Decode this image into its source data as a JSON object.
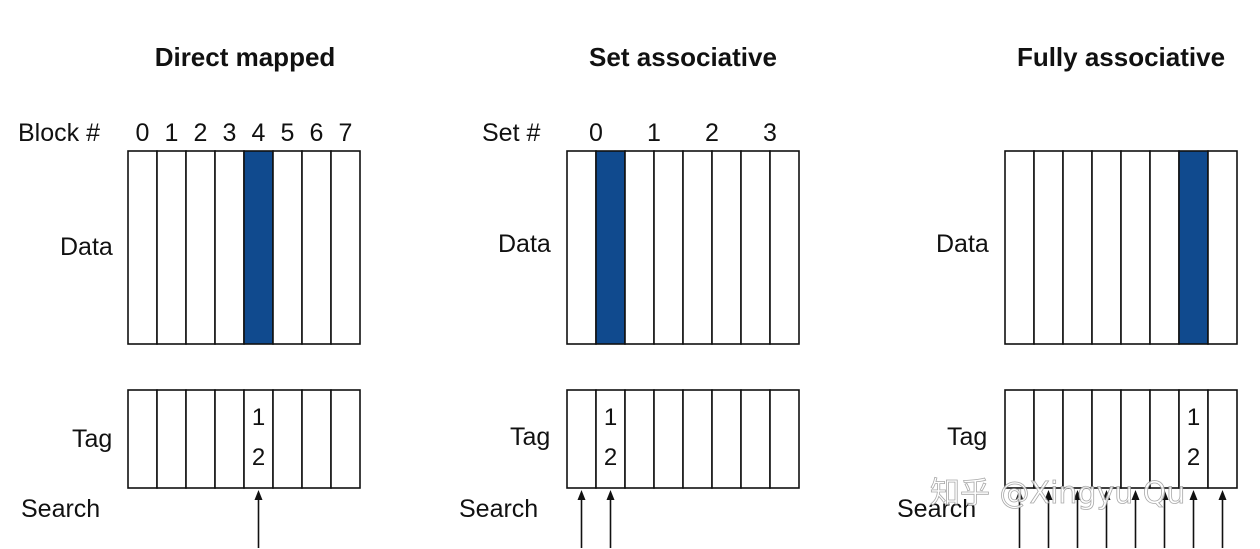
{
  "panels": [
    {
      "title": "Direct mapped",
      "index_label": "Block #",
      "index_ticks": [
        "0",
        "1",
        "2",
        "3",
        "4",
        "5",
        "6",
        "7"
      ],
      "tick_mode": "per_block",
      "cell_count": 8,
      "highlight_index": 4,
      "data_label": "Data",
      "tag_label": "Tag",
      "tag_values": [
        "1",
        "2"
      ],
      "tag_index": 4,
      "search_label": "Search",
      "search_arrows": [
        4
      ]
    },
    {
      "title": "Set associative",
      "index_label": "Set #",
      "index_ticks": [
        "0",
        "1",
        "2",
        "3"
      ],
      "tick_mode": "per_set",
      "cell_count": 8,
      "highlight_index": 1,
      "data_label": "Data",
      "tag_label": "Tag",
      "tag_values": [
        "1",
        "2"
      ],
      "tag_index": 1,
      "search_label": "Search",
      "search_arrows": [
        0,
        1
      ]
    },
    {
      "title": "Fully associative",
      "index_label": "",
      "index_ticks": [],
      "tick_mode": "none",
      "cell_count": 8,
      "highlight_index": 6,
      "data_label": "Data",
      "tag_label": "Tag",
      "tag_values": [
        "1",
        "2"
      ],
      "tag_index": 6,
      "search_label": "Search",
      "search_arrows": [
        0,
        1,
        2,
        3,
        4,
        5,
        6,
        7
      ]
    }
  ],
  "colors": {
    "highlight": "#104a8e",
    "stroke": "#111111",
    "background": "#ffffff"
  },
  "watermark": "知乎 @Xingyu Qu"
}
